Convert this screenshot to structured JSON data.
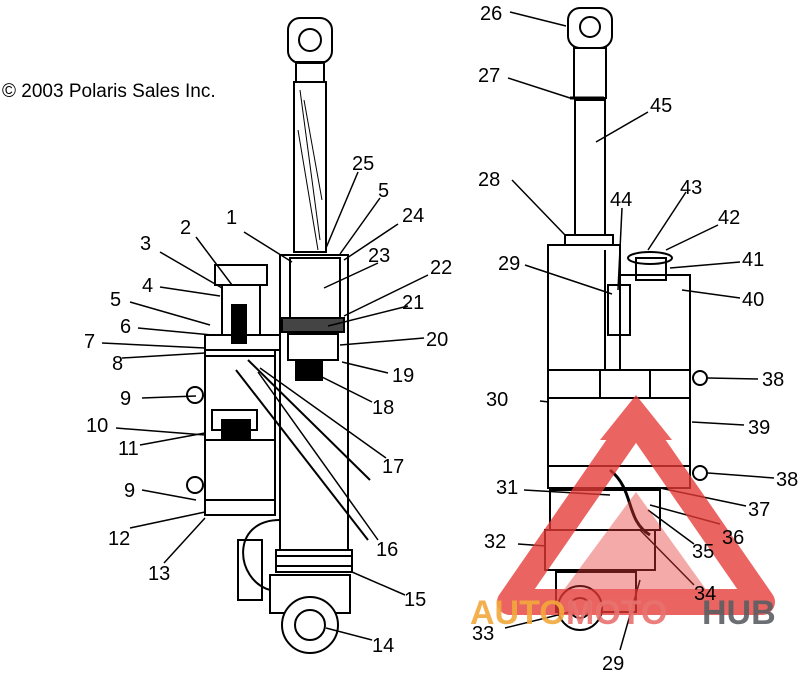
{
  "copyright": "© 2003 Polaris Sales Inc.",
  "watermark": {
    "auto": "AUTO",
    "moto": "MOTO",
    "hub": "HUB"
  },
  "callouts": [
    "1",
    "2",
    "3",
    "4",
    "5",
    "5",
    "6",
    "7",
    "8",
    "9",
    "9",
    "10",
    "11",
    "12",
    "13",
    "14",
    "15",
    "16",
    "17",
    "18",
    "19",
    "20",
    "21",
    "22",
    "23",
    "24",
    "25",
    "26",
    "27",
    "28",
    "29",
    "29",
    "30",
    "31",
    "32",
    "33",
    "34",
    "35",
    "36",
    "37",
    "38",
    "38",
    "39",
    "40",
    "41",
    "42",
    "43",
    "44",
    "45"
  ],
  "colors": {
    "ink": "#000000",
    "watermark_red": "#e53935",
    "watermark_orange": "#f2a83b",
    "watermark_grey": "#5b5f64"
  }
}
